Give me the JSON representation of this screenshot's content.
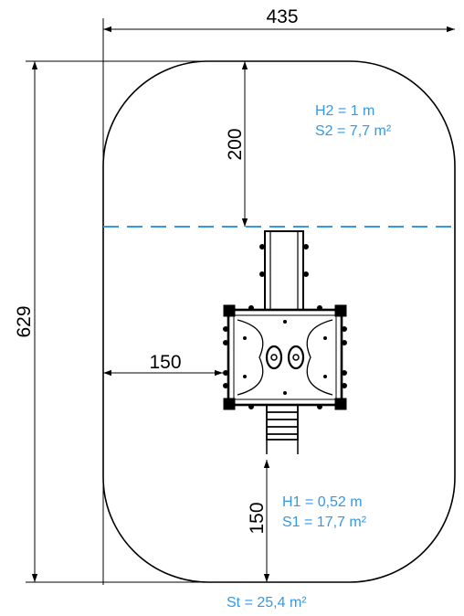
{
  "dimensions": {
    "overall_width": "435",
    "overall_length": "629",
    "top_clearance": "200",
    "side_clearance": "150",
    "bottom_clearance": "150"
  },
  "zone2": {
    "height": "H2 = 1 m",
    "area": "S2 = 7,7 m²"
  },
  "zone1": {
    "height": "H1 = 0,52 m",
    "area": "S1 = 17,7 m²"
  },
  "total_area": "St = 25,4 m²",
  "colors": {
    "annotation": "#3399e6",
    "line": "#000000"
  }
}
